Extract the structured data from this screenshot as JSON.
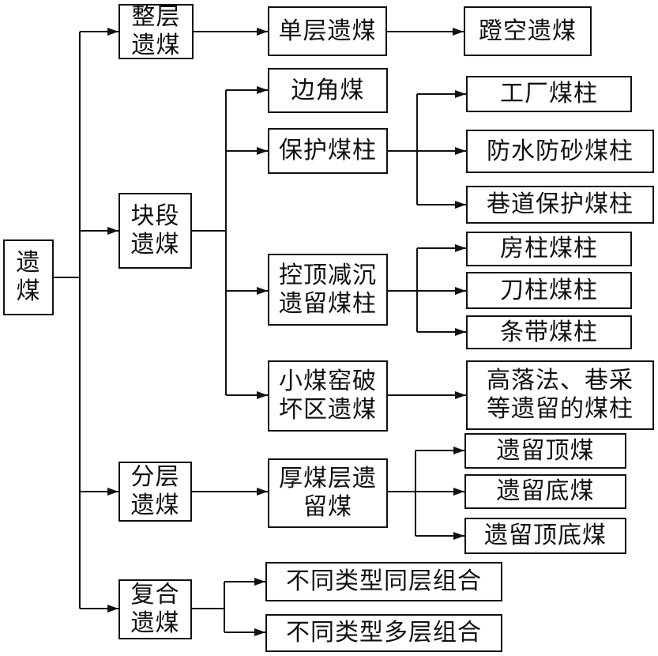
{
  "diagram": {
    "root": "遗\n煤",
    "cat_whole": "整层\n遗煤",
    "cat_block": "块段\n遗煤",
    "cat_layered": "分层\n遗煤",
    "cat_composite": "复合\n遗煤",
    "single_layer": "单层遗煤",
    "skip_mining": "蹬空遗煤",
    "corner_coal": "边角煤",
    "protect_pillar": "保护煤柱",
    "factory_pillar": "工厂煤柱",
    "water_sand_pillar": "防水防砂煤柱",
    "roadway_pillar": "巷道保护煤柱",
    "roof_control_pillar": "控顶减沉\n遗留煤柱",
    "room_pillar": "房柱煤柱",
    "knife_pillar": "刀柱煤柱",
    "strip_pillar": "条带煤柱",
    "small_mine": "小煤窑破\n坏区遗煤",
    "high_drop": "高落法、巷采\n等遗留的煤柱",
    "thick_seam": "厚煤层遗\n留煤",
    "top_coal": "遗留顶煤",
    "bottom_coal": "遗留底煤",
    "top_bottom_coal": "遗留顶底煤",
    "diff_same_layer": "不同类型同层组合",
    "diff_multi_layer": "不同类型多层组合"
  }
}
